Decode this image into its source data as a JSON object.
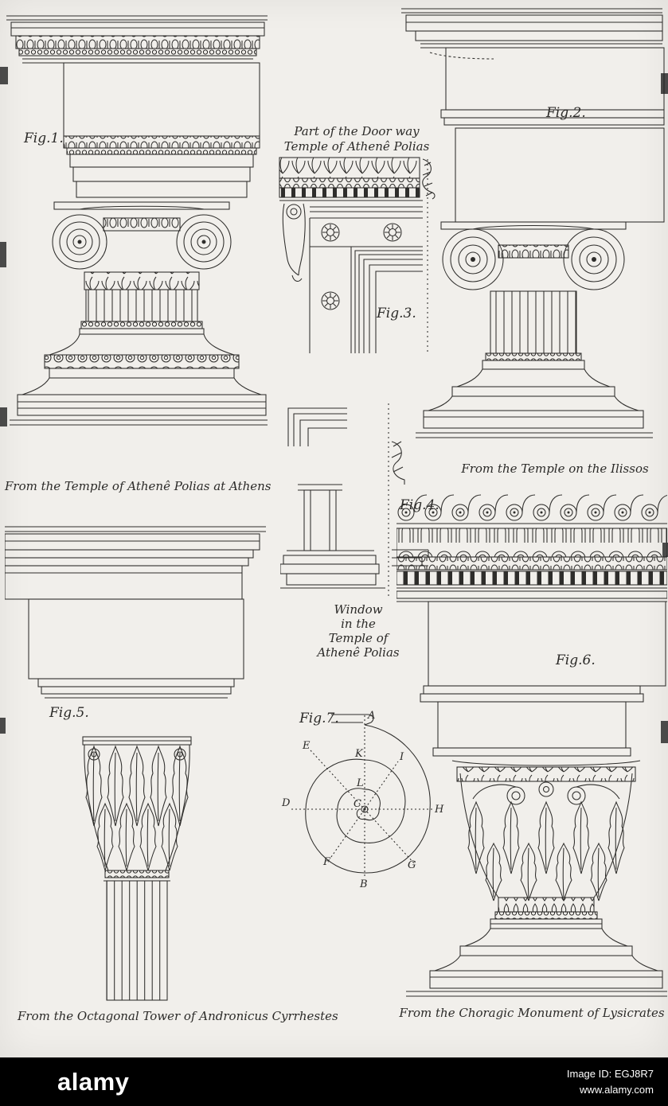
{
  "plate": {
    "paper_color": "#f1efeb",
    "ink_color": "#2e2d2b"
  },
  "figures": {
    "fig1": {
      "label": "Fig.1.",
      "caption": "From the Temple of Athenê Polias at Athens"
    },
    "fig2": {
      "label": "Fig.2.",
      "caption": "From the Temple on the Ilissos"
    },
    "fig3": {
      "label": "Fig.3.",
      "title_line1": "Part of the Door way",
      "title_line2": "Temple of Athenê Polias"
    },
    "fig4": {
      "label": "Fig.4.",
      "caption_line1": "Window",
      "caption_line2": "in the",
      "caption_line3": "Temple of",
      "caption_line4": "Athenê Polias"
    },
    "fig5": {
      "label": "Fig.5.",
      "caption": "From the Octagonal Tower of Andronicus Cyrrhestes"
    },
    "fig6": {
      "label": "Fig.6.",
      "caption": "From the Choragic Monument of Lysicrates"
    },
    "fig7": {
      "label": "Fig.7.",
      "points": {
        "A": "A",
        "B": "B",
        "C": "C",
        "D": "D",
        "E": "E",
        "F": "F",
        "G": "G",
        "H": "H",
        "I": "I",
        "K": "K",
        "L": "L"
      }
    }
  },
  "watermark": {
    "brand": "alamy",
    "image_id": "Image ID: EGJ8R7",
    "url": "www.alamy.com"
  }
}
